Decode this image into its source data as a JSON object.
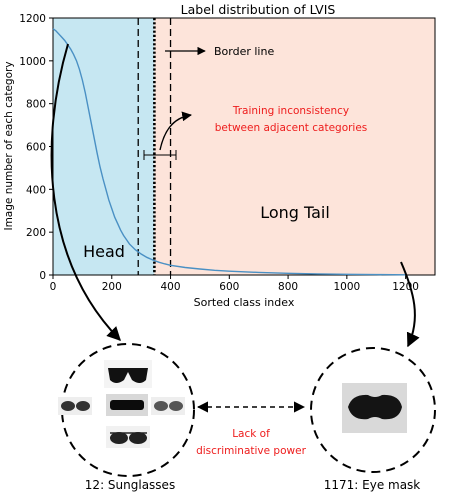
{
  "chart_data": {
    "type": "line",
    "title": "Label distribution of LVIS",
    "xlabel": "Sorted class index",
    "ylabel": "Image number of each category",
    "xlim": [
      0,
      1300
    ],
    "ylim": [
      0,
      1200
    ],
    "xticks": [
      "0",
      "200",
      "400",
      "600",
      "800",
      "1000",
      "1200"
    ],
    "yticks": [
      "0",
      "200",
      "400",
      "600",
      "800",
      "1000",
      "1200"
    ],
    "x": [
      0,
      10,
      20,
      30,
      40,
      50,
      60,
      70,
      80,
      90,
      100,
      110,
      120,
      130,
      140,
      150,
      160,
      170,
      180,
      190,
      200,
      210,
      220,
      230,
      240,
      250,
      260,
      280,
      300,
      320,
      340,
      360,
      380,
      400,
      450,
      500,
      550,
      600,
      700,
      800,
      900,
      1000,
      1100,
      1200
    ],
    "values": [
      1150,
      1140,
      1125,
      1110,
      1095,
      1075,
      1055,
      1030,
      1000,
      960,
      910,
      850,
      780,
      710,
      640,
      570,
      505,
      450,
      400,
      350,
      310,
      270,
      240,
      210,
      185,
      165,
      145,
      118,
      98,
      82,
      70,
      60,
      52,
      45,
      35,
      28,
      22,
      18,
      12,
      8,
      5,
      3,
      2,
      1
    ],
    "regions": [
      {
        "label": "Head",
        "from": 0,
        "to": 345,
        "color": "#c6e7f2"
      },
      {
        "label": "Long Tail",
        "from": 345,
        "to": 1300,
        "color": "#fde4da"
      }
    ],
    "border_line_x": 345,
    "dashed_lines_x": [
      290,
      400
    ],
    "line_color": "#4a90c4"
  },
  "annotations": {
    "border_line": "Border line",
    "inconsistency_line1": "Training inconsistency",
    "inconsistency_line2": "between adjacent categories",
    "discrim_line1": "Lack of",
    "discrim_line2": "discriminative power",
    "accent_color": "#ee1c1c"
  },
  "examples": {
    "left_label": "12: Sunglasses",
    "right_label": "1171: Eye mask"
  }
}
